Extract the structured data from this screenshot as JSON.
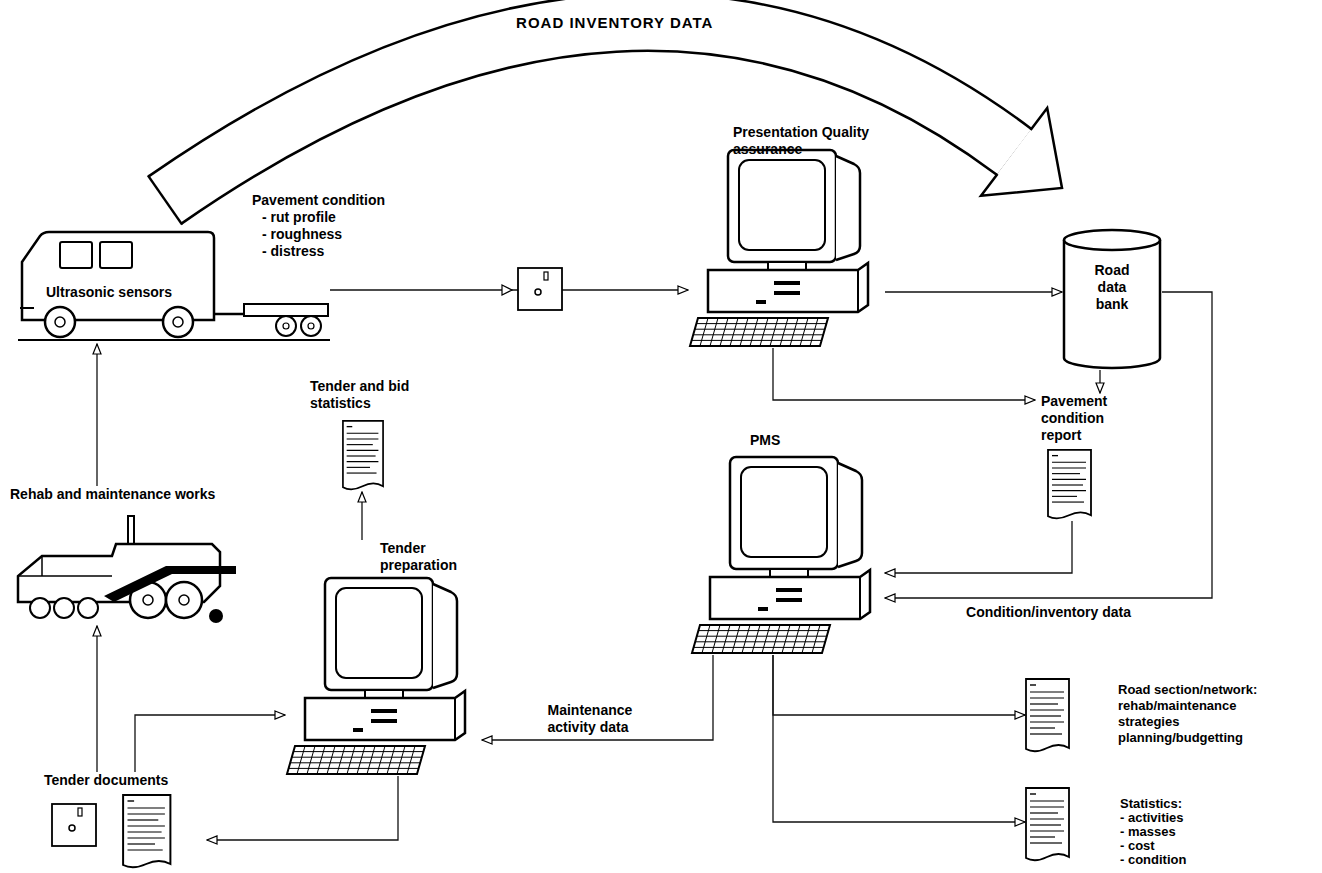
{
  "diagram": {
    "nodes": [
      {
        "text": [
          "Ultrasonic sensors"
        ]
      },
      {
        "text": [
          "Presentation Quality assurance"
        ]
      },
      {
        "text": [
          "Road data bank"
        ]
      },
      {
        "text": [
          "Pavement condition report"
        ]
      },
      {
        "text": [
          "Tender and bid statistics"
        ]
      },
      {
        "text": [
          "PMS"
        ]
      },
      {
        "text": [
          "Rehab and maintenance works"
        ]
      },
      {
        "text": [
          "Tender preparation"
        ]
      },
      {
        "text": [
          "Road section/network:",
          "rehab/maintenance",
          "strategies",
          "planning/budgetting"
        ]
      },
      {
        "text": [
          "Tender documents"
        ]
      },
      {
        "text": [
          "Statistics:",
          "- activities",
          "- masses",
          "- cost",
          "- condition"
        ]
      }
    ],
    "edges": [
      {
        "from": 0,
        "to": 2,
        "label": "ROAD INVENTORY DATA",
        "arrow": "to"
      },
      {
        "from": 0,
        "to": 1,
        "arrow": "to"
      },
      {
        "from": 1,
        "to": 2,
        "arrow": "to"
      },
      {
        "from": 1,
        "to": 3,
        "arrow": "to"
      },
      {
        "from": 2,
        "to": 3,
        "arrow": "to"
      },
      {
        "from": 3,
        "to": 5,
        "arrow": "to"
      },
      {
        "from": 2,
        "to": 5,
        "label": "Condition/inventory data",
        "arrow": "to"
      },
      {
        "from": 5,
        "to": 7,
        "label": "Maintenance activity data",
        "arrow": "to"
      },
      {
        "from": 5,
        "to": 8,
        "arrow": "to"
      },
      {
        "from": 5,
        "to": 10,
        "arrow": "to"
      },
      {
        "from": 7,
        "to": 4,
        "arrow": "to"
      },
      {
        "from": 7,
        "to": 9,
        "arrow": "to"
      },
      {
        "from": 9,
        "to": 7,
        "arrow": "to"
      },
      {
        "from": 9,
        "to": 6,
        "arrow": "to"
      },
      {
        "from": 6,
        "to": 0,
        "arrow": "to"
      }
    ],
    "labels": [
      "Pavement condition",
      "- rut profile",
      "- roughness",
      "- distress"
    ]
  }
}
